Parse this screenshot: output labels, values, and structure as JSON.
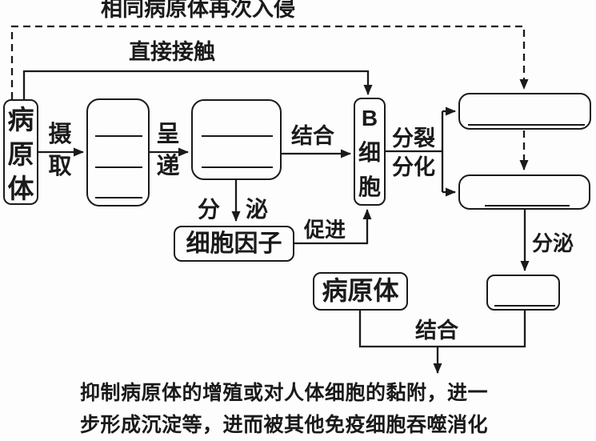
{
  "labels": {
    "reinvasion": "相同病原体再次入侵",
    "direct_contact": "直接接触",
    "uptake": "摄取",
    "present": "呈递",
    "bind_antigen": "结合",
    "secrete_cytokine": "分泌",
    "promote": "促进",
    "divide": "分裂",
    "differentiate": "分化",
    "secrete_antibody": "分泌",
    "bind_antibody": "结合"
  },
  "boxes": {
    "pathogen_left": "病原体",
    "b_cell": "B细胞",
    "cytokine": "细胞因子",
    "pathogen_bottom": "病原体"
  },
  "footer": {
    "line1": "抑制病原体的增殖或对人体细胞的黏附，进一",
    "line2": "步形成沉淀等，进而被其他免疫细胞吞噬消化"
  },
  "colors": {
    "ink": "#1a1a1a",
    "background": "#fdfdfd"
  }
}
